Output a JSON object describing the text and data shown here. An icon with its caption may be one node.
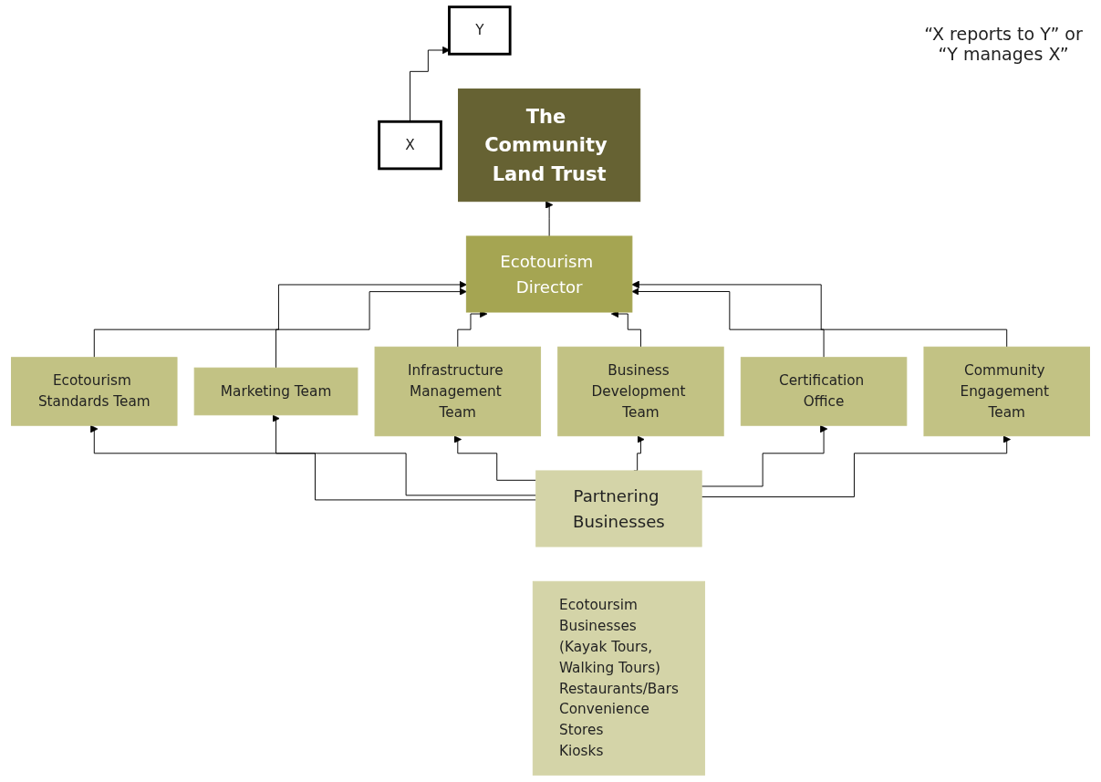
{
  "diagram": {
    "nodes": [
      {
        "text": [
          "The Community Land Trust"
        ]
      },
      {
        "text": [
          "Ecotourism Director"
        ]
      },
      {
        "text": [
          "Ecotourism Standards Team"
        ]
      },
      {
        "text": [
          "Marketing Team"
        ]
      },
      {
        "text": [
          "Infrastructure Management Team"
        ]
      },
      {
        "text": [
          "Business Development Team"
        ]
      },
      {
        "text": [
          "Certification Office"
        ]
      },
      {
        "text": [
          "Community Engagement Team"
        ]
      },
      {
        "text": [
          "Partnering Businesses"
        ]
      },
      {
        "text": [
          "Ecotoursim Businesses (Kayak Tours, Walking Tours)",
          "Restaurants/Bars",
          "Convenience Stores",
          "Kiosks"
        ]
      },
      {
        "text": [
          "Y"
        ]
      },
      {
        "text": [
          "X"
        ]
      }
    ],
    "edges": [
      {
        "from": 1,
        "to": 0,
        "arrow": "to"
      },
      {
        "from": 2,
        "to": 1,
        "arrow": "to"
      },
      {
        "from": 3,
        "to": 1,
        "arrow": "to"
      },
      {
        "from": 4,
        "to": 1,
        "arrow": "to"
      },
      {
        "from": 5,
        "to": 1,
        "arrow": "to"
      },
      {
        "from": 6,
        "to": 1,
        "arrow": "to"
      },
      {
        "from": 7,
        "to": 1,
        "arrow": "to"
      },
      {
        "from": 8,
        "to": 2,
        "arrow": "to"
      },
      {
        "from": 8,
        "to": 3,
        "arrow": "to"
      },
      {
        "from": 8,
        "to": 4,
        "arrow": "to"
      },
      {
        "from": 8,
        "to": 5,
        "arrow": "to"
      },
      {
        "from": 8,
        "to": 6,
        "arrow": "to"
      },
      {
        "from": 8,
        "to": 7,
        "arrow": "to"
      },
      {
        "from": 11,
        "to": 10,
        "arrow": "to"
      }
    ],
    "labels": [
      "“X reports to Y” or “Y manages X”"
    ]
  }
}
